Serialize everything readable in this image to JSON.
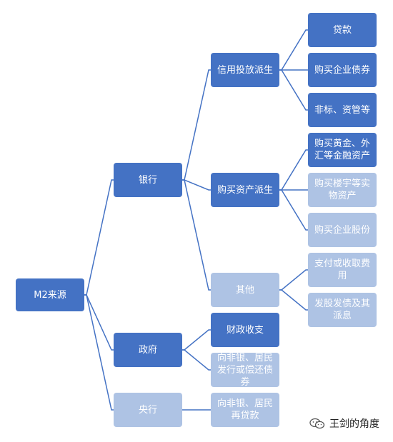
{
  "nodes": {
    "root": "M2来源",
    "bank": "银行",
    "gov": "政府",
    "central": "央行",
    "credit": "信用投放派生",
    "asset": "购买资产派生",
    "other": "其他",
    "fiscal": "财政收支",
    "gov_bond": "向非银、居民发行或偿还债券",
    "relend": "向非银、居民再贷款",
    "loan": "贷款",
    "corp_bond": "购买企业债券",
    "nonstd": "非标、资管等",
    "gold": "购买黄金、外汇等金融资产",
    "property": "购买楼宇等实物资产",
    "equity": "购买企业股份",
    "fees": "支付或收取费用",
    "dividend": "发股发债及其派息"
  },
  "colors": {
    "dark": "#4472c4",
    "light": "#aec3e4",
    "line": "#4472c4"
  },
  "watermark": {
    "icon": "wechat-icon",
    "text": "王剑的角度"
  }
}
